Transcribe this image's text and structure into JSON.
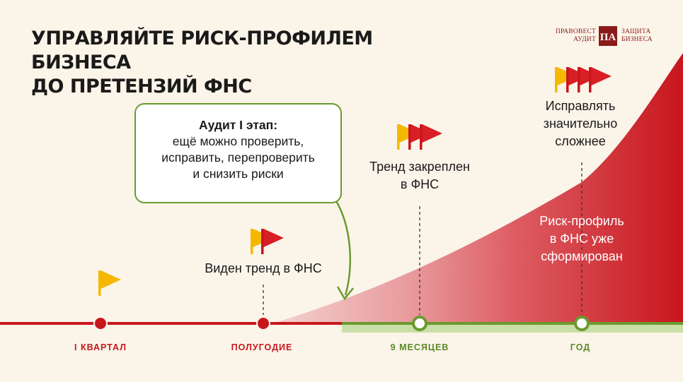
{
  "title": {
    "line1": "УПРАВЛЯЙТЕ РИСК-ПРОФИЛЕМ БИЗНЕСА",
    "line2": "ДО ПРЕТЕНЗИЙ ФНС"
  },
  "logo": {
    "left_line1": "ПРАВОВЕСТ",
    "left_line2": "АУДИТ",
    "right_line1": "ЗАЩИТА",
    "right_line2": "БИЗНЕСА",
    "mark_text": "ПА"
  },
  "callout": {
    "heading": "Аудит I этап:",
    "lines": [
      "ещё можно проверить,",
      "исправить, перепроверить",
      "и снизить риски"
    ]
  },
  "milestones": [
    {
      "period": "I КВАРТАЛ",
      "flags": 1,
      "label": []
    },
    {
      "period": "ПОЛУГОДИЕ",
      "flags": 2,
      "label": [
        "Виден тренд в ФНС"
      ]
    },
    {
      "period": "9 МЕСЯЦЕВ",
      "flags": 3,
      "label": [
        "Тренд закреплен",
        "в ФНС"
      ]
    },
    {
      "period": "ГОД",
      "flags": 4,
      "label": [
        "Исправлять",
        "значительно",
        "сложнее"
      ]
    }
  ],
  "risk_profile_label": [
    "Риск-профиль",
    "в ФНС уже",
    "сформирован"
  ],
  "colors": {
    "red": "#c8161d",
    "green": "#6b9a2e",
    "light_green": "#c9dfa7",
    "yellow_flag": "#f5b800",
    "background": "#fbf4e9"
  }
}
